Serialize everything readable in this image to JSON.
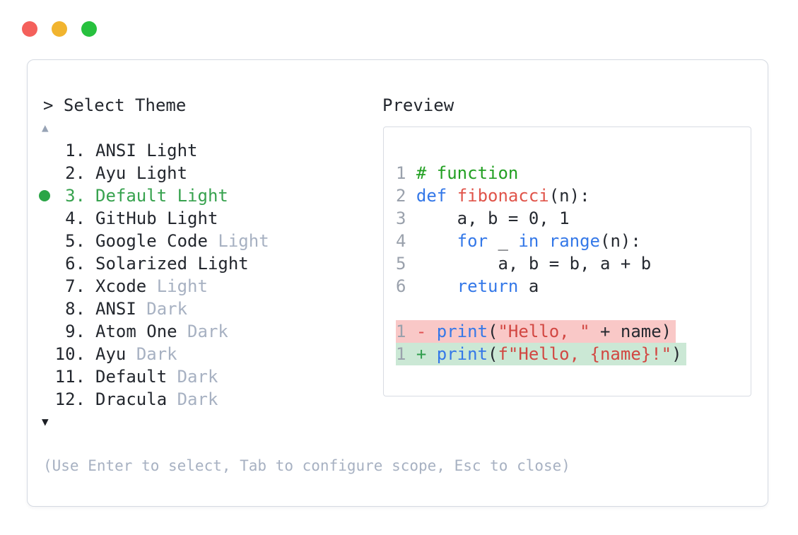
{
  "window": {
    "traffic_lights": [
      {
        "name": "close",
        "color": "#f4605b"
      },
      {
        "name": "minimize",
        "color": "#f1b42f"
      },
      {
        "name": "zoom",
        "color": "#27c13e"
      }
    ]
  },
  "colors": {
    "selected_green": "#37a24e",
    "selected_dot": "#2aa546",
    "muted_gray": "#a7b1c2",
    "text_dark": "#23272e",
    "diff_removed_bg": "#f9c8c7",
    "diff_added_bg": "#cbe8d5",
    "keyword_blue": "#3478e8",
    "comment_green": "#23a023",
    "function_red": "#e0544a",
    "string_red": "#d24742"
  },
  "theme_selector": {
    "title": "> Select Theme",
    "scroll_up": "▲",
    "scroll_down": "▼",
    "items": [
      {
        "number": "1.",
        "name": "ANSI",
        "variant": "Light",
        "variant_muted": false,
        "selected": false
      },
      {
        "number": "2.",
        "name": "Ayu",
        "variant": "Light",
        "variant_muted": false,
        "selected": false
      },
      {
        "number": "3.",
        "name": "Default",
        "variant": "Light",
        "variant_muted": false,
        "selected": true
      },
      {
        "number": "4.",
        "name": "GitHub",
        "variant": "Light",
        "variant_muted": false,
        "selected": false
      },
      {
        "number": "5.",
        "name": "Google Code",
        "variant": "Light",
        "variant_muted": true,
        "selected": false
      },
      {
        "number": "6.",
        "name": "Solarized",
        "variant": "Light",
        "variant_muted": false,
        "selected": false
      },
      {
        "number": "7.",
        "name": "Xcode",
        "variant": "Light",
        "variant_muted": true,
        "selected": false
      },
      {
        "number": "8.",
        "name": "ANSI",
        "variant": "Dark",
        "variant_muted": true,
        "selected": false
      },
      {
        "number": "9.",
        "name": "Atom One",
        "variant": "Dark",
        "variant_muted": true,
        "selected": false
      },
      {
        "number": "10.",
        "name": "Ayu",
        "variant": "Dark",
        "variant_muted": true,
        "selected": false
      },
      {
        "number": "11.",
        "name": "Default",
        "variant": "Dark",
        "variant_muted": true,
        "selected": false
      },
      {
        "number": "12.",
        "name": "Dracula",
        "variant": "Dark",
        "variant_muted": true,
        "selected": false
      }
    ],
    "footer_hint": "(Use Enter to select, Tab to configure scope, Esc to close)"
  },
  "preview": {
    "title": "Preview",
    "code_lines": [
      {
        "num": "1",
        "tokens": [
          {
            "text": "# function",
            "type": "comment"
          }
        ]
      },
      {
        "num": "2",
        "tokens": [
          {
            "text": "def",
            "type": "keyword"
          },
          {
            "text": " ",
            "type": "plain"
          },
          {
            "text": "fibonacci",
            "type": "function"
          },
          {
            "text": "(n):",
            "type": "plain"
          }
        ]
      },
      {
        "num": "3",
        "tokens": [
          {
            "text": "    a, b = 0, 1",
            "type": "plain"
          }
        ]
      },
      {
        "num": "4",
        "tokens": [
          {
            "text": "    ",
            "type": "plain"
          },
          {
            "text": "for",
            "type": "keyword"
          },
          {
            "text": " _ ",
            "type": "plain"
          },
          {
            "text": "in",
            "type": "keyword"
          },
          {
            "text": " ",
            "type": "plain"
          },
          {
            "text": "range",
            "type": "keyword"
          },
          {
            "text": "(n):",
            "type": "plain"
          }
        ]
      },
      {
        "num": "5",
        "tokens": [
          {
            "text": "        a, b = b, a + b",
            "type": "plain"
          }
        ]
      },
      {
        "num": "6",
        "tokens": [
          {
            "text": "    ",
            "type": "plain"
          },
          {
            "text": "return",
            "type": "keyword"
          },
          {
            "text": " a",
            "type": "plain"
          }
        ]
      },
      {
        "num": "",
        "tokens": []
      },
      {
        "num": "1",
        "diff": "removed",
        "tokens": [
          {
            "text": "- ",
            "type": "minus"
          },
          {
            "text": "print",
            "type": "keyword"
          },
          {
            "text": "(",
            "type": "plain"
          },
          {
            "text": "\"Hello, \"",
            "type": "string"
          },
          {
            "text": " + name)",
            "type": "plain"
          }
        ]
      },
      {
        "num": "1",
        "diff": "added",
        "tokens": [
          {
            "text": "+ ",
            "type": "plus"
          },
          {
            "text": "print",
            "type": "keyword"
          },
          {
            "text": "(",
            "type": "plain"
          },
          {
            "text": "f\"Hello, {name}!\"",
            "type": "string"
          },
          {
            "text": ")",
            "type": "plain"
          }
        ]
      }
    ]
  }
}
